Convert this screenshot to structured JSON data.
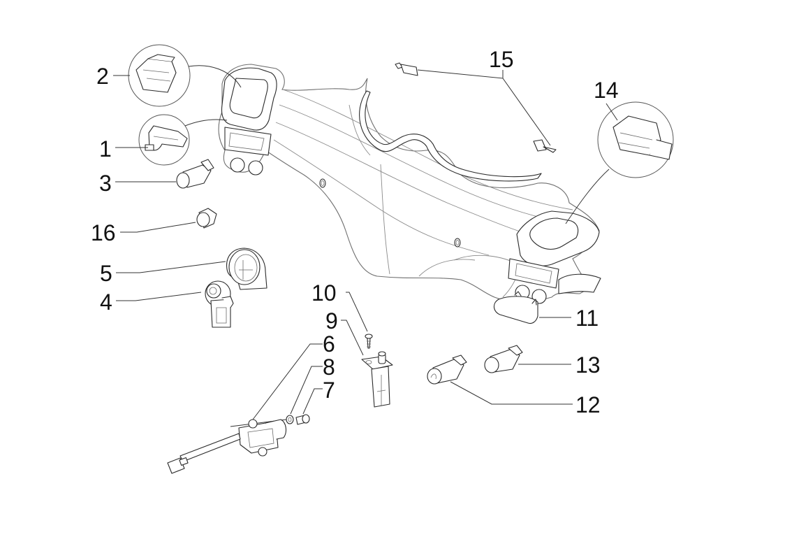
{
  "diagram": {
    "type": "exploded-parts-diagram",
    "subject": "handlebar cover with switches",
    "colors": {
      "background": "#ffffff",
      "line": "#2a2a2a",
      "label": "#111111"
    },
    "callouts": [
      {
        "id": "1",
        "label": "1",
        "part": "small switch (detail bubble)"
      },
      {
        "id": "2",
        "label": "2",
        "part": "rocker switch (detail bubble)"
      },
      {
        "id": "3",
        "label": "3",
        "part": "push button switch"
      },
      {
        "id": "4",
        "label": "4",
        "part": "ignition lock barrel"
      },
      {
        "id": "5",
        "label": "5",
        "part": "lock housing ring"
      },
      {
        "id": "6",
        "label": "6",
        "part": "actuator / lock assembly with cable"
      },
      {
        "id": "7",
        "label": "7",
        "part": "screw"
      },
      {
        "id": "8",
        "label": "8",
        "part": "washer"
      },
      {
        "id": "9",
        "label": "9",
        "part": "plunger switch"
      },
      {
        "id": "10",
        "label": "10",
        "part": "screw"
      },
      {
        "id": "11",
        "label": "11",
        "part": "cover cap"
      },
      {
        "id": "12",
        "label": "12",
        "part": "push button switch"
      },
      {
        "id": "13",
        "label": "13",
        "part": "push button switch"
      },
      {
        "id": "14",
        "label": "14",
        "part": "rocker switch (detail bubble)"
      },
      {
        "id": "15",
        "label": "15",
        "part": "bulbs"
      },
      {
        "id": "16",
        "label": "16",
        "part": "plug cap"
      }
    ]
  }
}
